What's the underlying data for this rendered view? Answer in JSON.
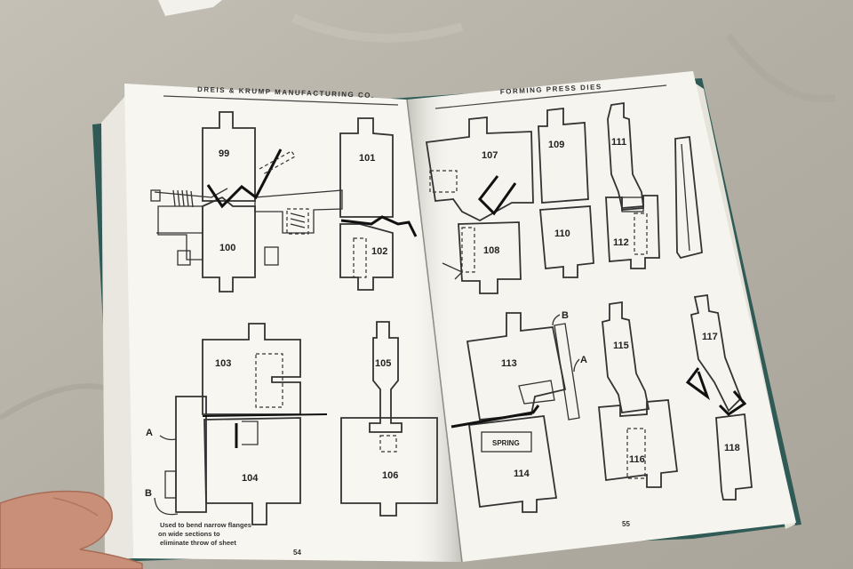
{
  "book": {
    "left_header": "DREIS & KRUMP MANUFACTURING CO.",
    "right_header": "FORMING PRESS DIES",
    "left_page_number": "54",
    "right_page_number": "55"
  },
  "left_page": {
    "die_labels": [
      "99",
      "100",
      "101",
      "102",
      "103",
      "104",
      "105",
      "106"
    ],
    "marker_a": "A",
    "marker_b": "B",
    "note_lines": [
      "Used to bend narrow flanges",
      "on wide sections to",
      "eliminate throw of sheet"
    ]
  },
  "right_page": {
    "die_labels": [
      "107",
      "108",
      "109",
      "110",
      "111",
      "112",
      "113",
      "114",
      "115",
      "116",
      "117",
      "118"
    ],
    "marker_a": "A",
    "marker_b": "B",
    "spring_label": "SPRING"
  },
  "colors": {
    "background": "#b8b4aa",
    "page": "#f7f6f1",
    "ink": "#222222",
    "cover": "#2f5a55"
  }
}
